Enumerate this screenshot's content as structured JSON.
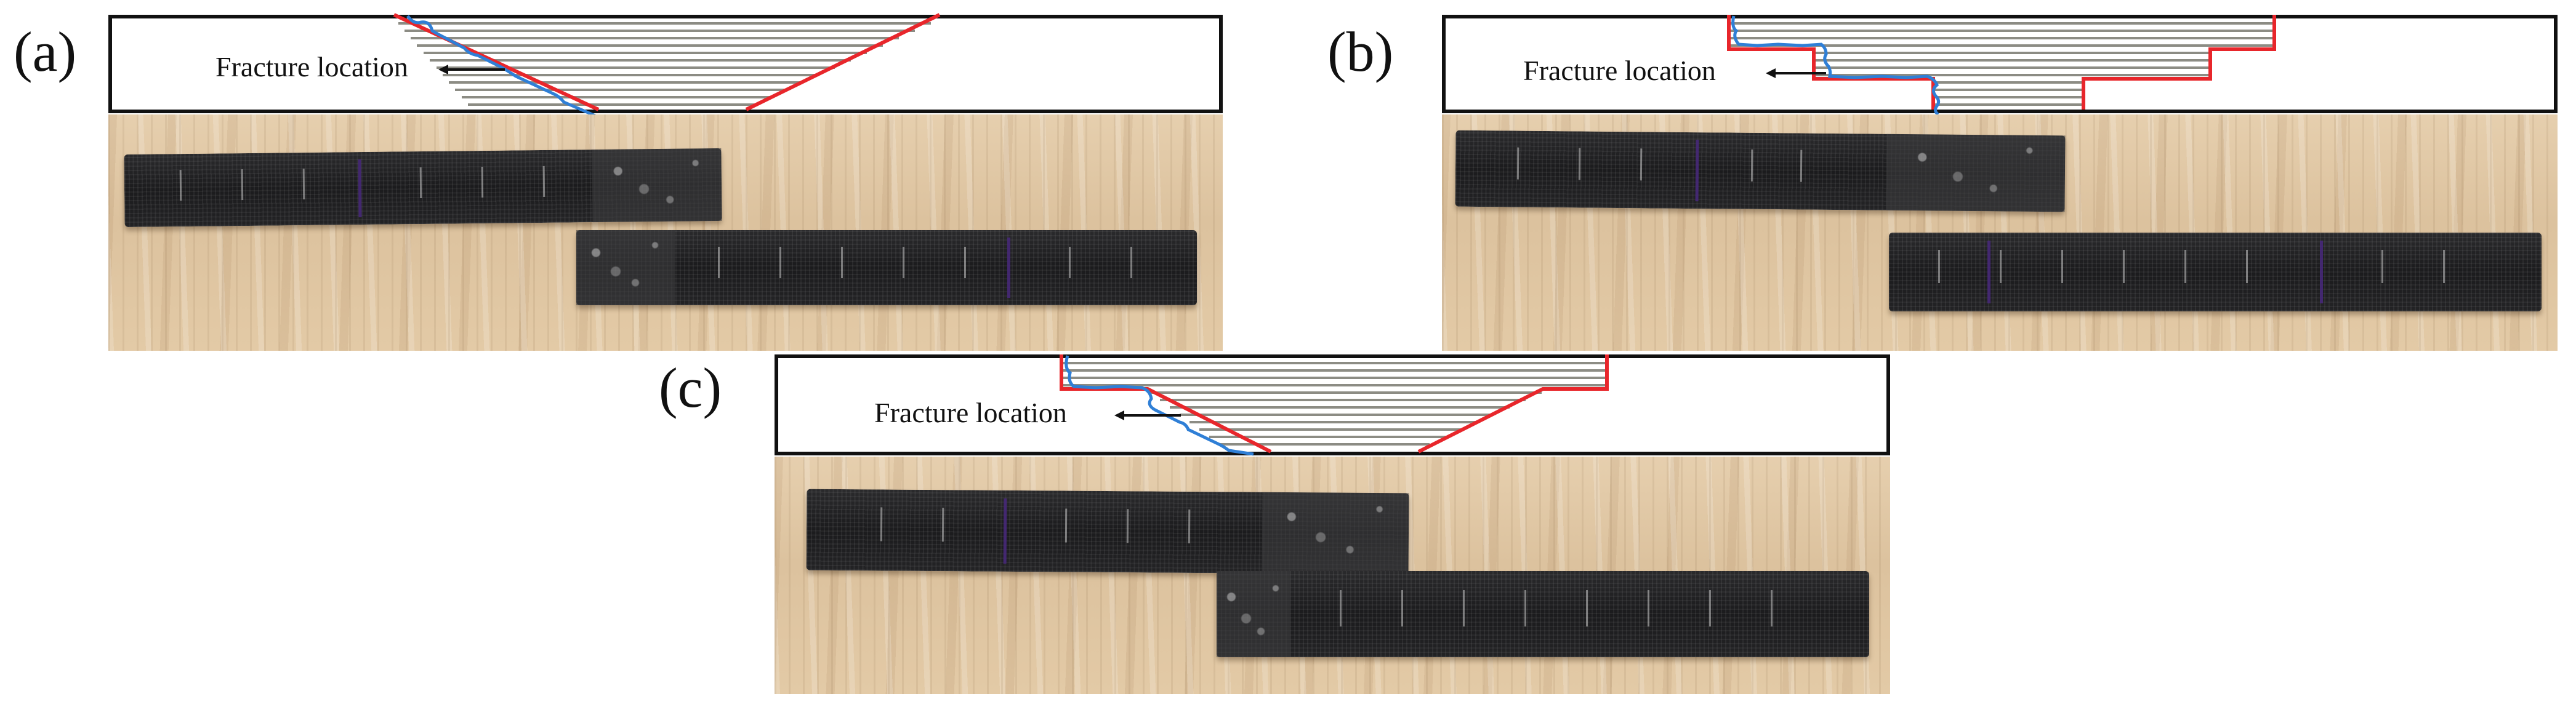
{
  "colors": {
    "cut_line": "#e8262b",
    "fracture_line": "#2f7fd6",
    "hatch_line": "#8c8c84",
    "outline": "#111111",
    "specimen": "#1d1d1f",
    "wood": "#e0c7a3"
  },
  "panels": [
    {
      "id": "a",
      "label": "(a)",
      "fracture_label": "Fracture location",
      "arrow": "left-arrow"
    },
    {
      "id": "b",
      "label": "(b)",
      "fracture_label": "Fracture location",
      "arrow": "left-arrow"
    },
    {
      "id": "c",
      "label": "(c)",
      "fracture_label": "Fracture location",
      "arrow": "left-arrow"
    }
  ]
}
